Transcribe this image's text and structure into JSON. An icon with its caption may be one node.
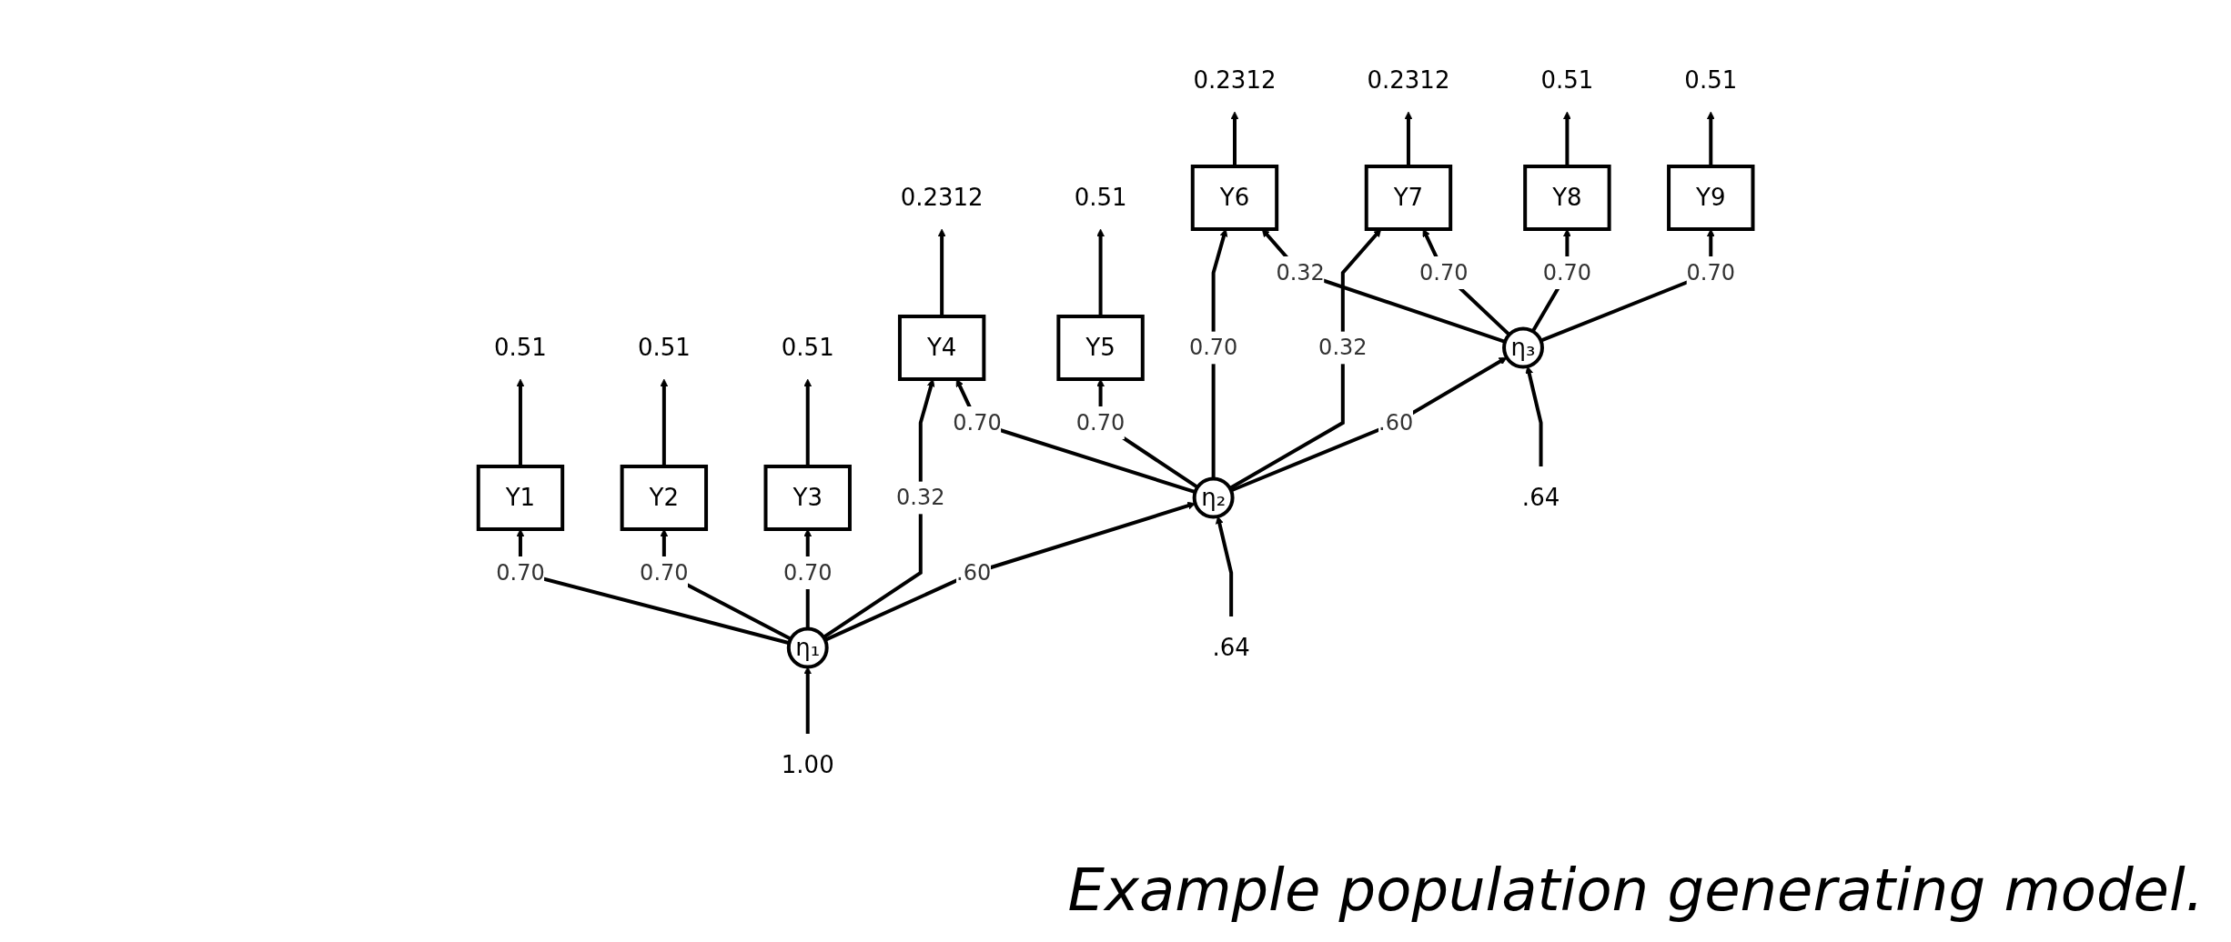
{
  "diagram": {
    "caption": "Example population generating model.",
    "nodes": [
      {
        "text": [
          "0.51"
        ]
      },
      {
        "text": [
          "0.51"
        ]
      },
      {
        "text": [
          "0.51"
        ]
      },
      {
        "text": [
          "0.2312"
        ]
      },
      {
        "text": [
          "0.51"
        ]
      },
      {
        "text": [
          "0.2312"
        ]
      },
      {
        "text": [
          "0.2312"
        ]
      },
      {
        "text": [
          "0.51"
        ]
      },
      {
        "text": [
          "0.51"
        ]
      },
      {
        "text": [
          "Y1"
        ]
      },
      {
        "text": [
          "Y2"
        ]
      },
      {
        "text": [
          "Y3"
        ]
      },
      {
        "text": [
          "Y4"
        ]
      },
      {
        "text": [
          "Y5"
        ]
      },
      {
        "text": [
          "Y6"
        ]
      },
      {
        "text": [
          "Y7"
        ]
      },
      {
        "text": [
          "Y8"
        ]
      },
      {
        "text": [
          "Y9"
        ]
      },
      {
        "text": [
          "η₁"
        ]
      },
      {
        "text": [
          "η₂"
        ]
      },
      {
        "text": [
          "η₃"
        ]
      },
      {
        "text": [
          "1.00"
        ]
      },
      {
        "text": [
          ".64"
        ]
      },
      {
        "text": [
          ".64"
        ]
      }
    ],
    "edges": [
      {
        "from": 9,
        "to": 0,
        "arrow": "to"
      },
      {
        "from": 10,
        "to": 1,
        "arrow": "to"
      },
      {
        "from": 11,
        "to": 2,
        "arrow": "to"
      },
      {
        "from": 12,
        "to": 3,
        "arrow": "to"
      },
      {
        "from": 13,
        "to": 4,
        "arrow": "to"
      },
      {
        "from": 14,
        "to": 5,
        "arrow": "to"
      },
      {
        "from": 15,
        "to": 6,
        "arrow": "to"
      },
      {
        "from": 16,
        "to": 7,
        "arrow": "to"
      },
      {
        "from": 17,
        "to": 8,
        "arrow": "to"
      },
      {
        "from": 18,
        "to": 9,
        "label": "0.70",
        "arrow": "to"
      },
      {
        "from": 18,
        "to": 10,
        "label": "0.70",
        "arrow": "to"
      },
      {
        "from": 18,
        "to": 11,
        "label": "0.70",
        "arrow": "to"
      },
      {
        "from": 18,
        "to": 12,
        "label": "0.32",
        "arrow": "to"
      },
      {
        "from": 19,
        "to": 12,
        "label": "0.70",
        "arrow": "to"
      },
      {
        "from": 19,
        "to": 13,
        "label": "0.70",
        "arrow": "to"
      },
      {
        "from": 19,
        "to": 14,
        "label": "0.70",
        "arrow": "to"
      },
      {
        "from": 20,
        "to": 14,
        "label": "0.32",
        "arrow": "to"
      },
      {
        "from": 19,
        "to": 15,
        "label": "0.32",
        "arrow": "to"
      },
      {
        "from": 20,
        "to": 15,
        "label": "0.70",
        "arrow": "to"
      },
      {
        "from": 20,
        "to": 16,
        "label": "0.70",
        "arrow": "to"
      },
      {
        "from": 20,
        "to": 17,
        "label": "0.70",
        "arrow": "to"
      },
      {
        "from": 18,
        "to": 19,
        "label": ".60",
        "arrow": "to"
      },
      {
        "from": 19,
        "to": 20,
        "label": ".60",
        "arrow": "to"
      },
      {
        "from": 21,
        "to": 18,
        "arrow": "to"
      },
      {
        "from": 22,
        "to": 19,
        "arrow": "to"
      },
      {
        "from": 23,
        "to": 20,
        "arrow": "to"
      }
    ]
  }
}
